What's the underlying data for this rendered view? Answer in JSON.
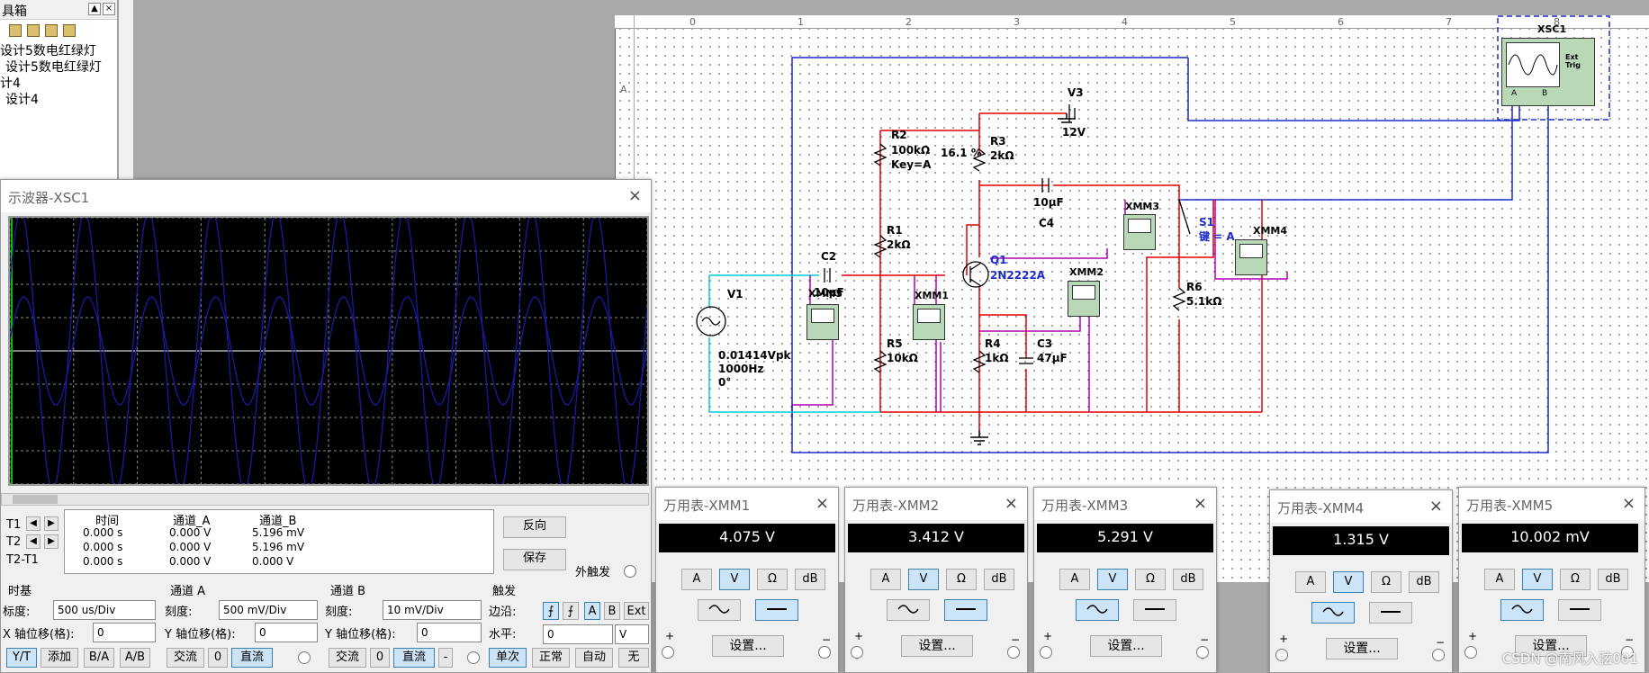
{
  "left_panel": {
    "title": "具箱",
    "tree": [
      "设计5数电红绿灯",
      "设计5数电红绿灯",
      "计4",
      "设计4"
    ],
    "title_buttons": [
      "▲",
      "×"
    ]
  },
  "ruler": {
    "cols": [
      "0",
      "1",
      "2",
      "3",
      "4",
      "5",
      "6",
      "7",
      "8"
    ],
    "rows": [
      "A"
    ]
  },
  "schematic": {
    "v3": {
      "name": "V3",
      "value": "12V"
    },
    "r2": {
      "name": "R2",
      "value": "100kΩ",
      "key": "Key=A"
    },
    "pct": "16.1 %",
    "r3": {
      "name": "R3",
      "value": "2kΩ"
    },
    "c4": {
      "name": "C4",
      "value": "10µF"
    },
    "r1": {
      "name": "R1",
      "value": "2kΩ"
    },
    "c2": {
      "name": "C2",
      "value": "10µF"
    },
    "q1": {
      "name": "Q1",
      "model": "2N2222A"
    },
    "v1": {
      "name": "V1",
      "amp": "0.01414Vpk",
      "freq": "1000Hz",
      "phase": "0°"
    },
    "r5": {
      "name": "R5",
      "value": "10kΩ"
    },
    "r4": {
      "name": "R4",
      "value": "1kΩ"
    },
    "c3": {
      "name": "C3",
      "value": "47µF"
    },
    "r6": {
      "name": "R6",
      "value": "5.1kΩ"
    },
    "s1": {
      "name": "S1",
      "key": "键 = A"
    },
    "xsc1": {
      "name": "XSC1",
      "ext": "Ext Trig",
      "a": "A",
      "b": "B"
    },
    "xmm": [
      "XMM1",
      "XMM2",
      "XMM3",
      "XMM4",
      "XMM5"
    ]
  },
  "scope": {
    "title": "示波器-XSC1",
    "close": "×",
    "readout": {
      "headers": [
        "时间",
        "通道_A",
        "通道_B"
      ],
      "rows": [
        [
          "T1",
          "0.000 s",
          "0.000 V",
          "5.196 mV"
        ],
        [
          "T2",
          "0.000 s",
          "0.000 V",
          "5.196 mV"
        ],
        [
          "T2-T1",
          "0.000 s",
          "0.000 V",
          "0.000 V"
        ]
      ]
    },
    "buttons": {
      "reverse": "反向",
      "save": "保存",
      "ext_trig": "外触发"
    },
    "timebase": {
      "label": "时基",
      "scale_label": "标度:",
      "scale": "500 us/Div",
      "xpos_label": "X 轴位移(格):",
      "xpos": "0",
      "modes": [
        "Y/T",
        "添加",
        "B/A",
        "A/B"
      ]
    },
    "channel_a": {
      "label": "通道 A",
      "scale_label": "刻度:",
      "scale": "500 mV/Div",
      "ypos_label": "Y 轴位移(格):",
      "ypos": "0",
      "coupling": [
        "交流",
        "0",
        "直流"
      ]
    },
    "channel_b": {
      "label": "通道 B",
      "scale_label": "刻度:",
      "scale": "10 mV/Div",
      "ypos_label": "Y 轴位移(格):",
      "ypos": "0",
      "coupling": [
        "交流",
        "0",
        "直流",
        "-"
      ]
    },
    "trigger": {
      "label": "触发",
      "edge_label": "边沿:",
      "edge_buttons": [
        "⨍",
        "⨍",
        "A",
        "B",
        "Ext"
      ],
      "level_label": "水平:",
      "level": "0",
      "level_unit": "V",
      "modes": [
        "单次",
        "正常",
        "自动",
        "无"
      ]
    },
    "grid": {
      "divx": 10,
      "divy": 8
    }
  },
  "multimeters": [
    {
      "title": "万用表-XMM1",
      "reading": "4.075 V",
      "mode": "V",
      "dc": true
    },
    {
      "title": "万用表-XMM2",
      "reading": "3.412 V",
      "mode": "V",
      "dc": true
    },
    {
      "title": "万用表-XMM3",
      "reading": "5.291 V",
      "mode": "V",
      "dc": false
    },
    {
      "title": "万用表-XMM4",
      "reading": "1.315 V",
      "mode": "V",
      "dc": false
    },
    {
      "title": "万用表-XMM5",
      "reading": "10.002 mV",
      "mode": "V",
      "dc": false
    }
  ],
  "mm_common": {
    "buttons": [
      "A",
      "V",
      "Ω",
      "dB"
    ],
    "setup": "设置...",
    "plus": "+",
    "minus": "−",
    "close": "×"
  },
  "watermark": "CSDN @南风入弦001",
  "colors": {
    "wire_red": "#e00000",
    "wire_blue": "#1c2cc8",
    "wire_magenta": "#b000b0",
    "wire_cyan": "#00c8d8",
    "trace": "#1a1aa0",
    "accent": "#3c7fb1"
  }
}
